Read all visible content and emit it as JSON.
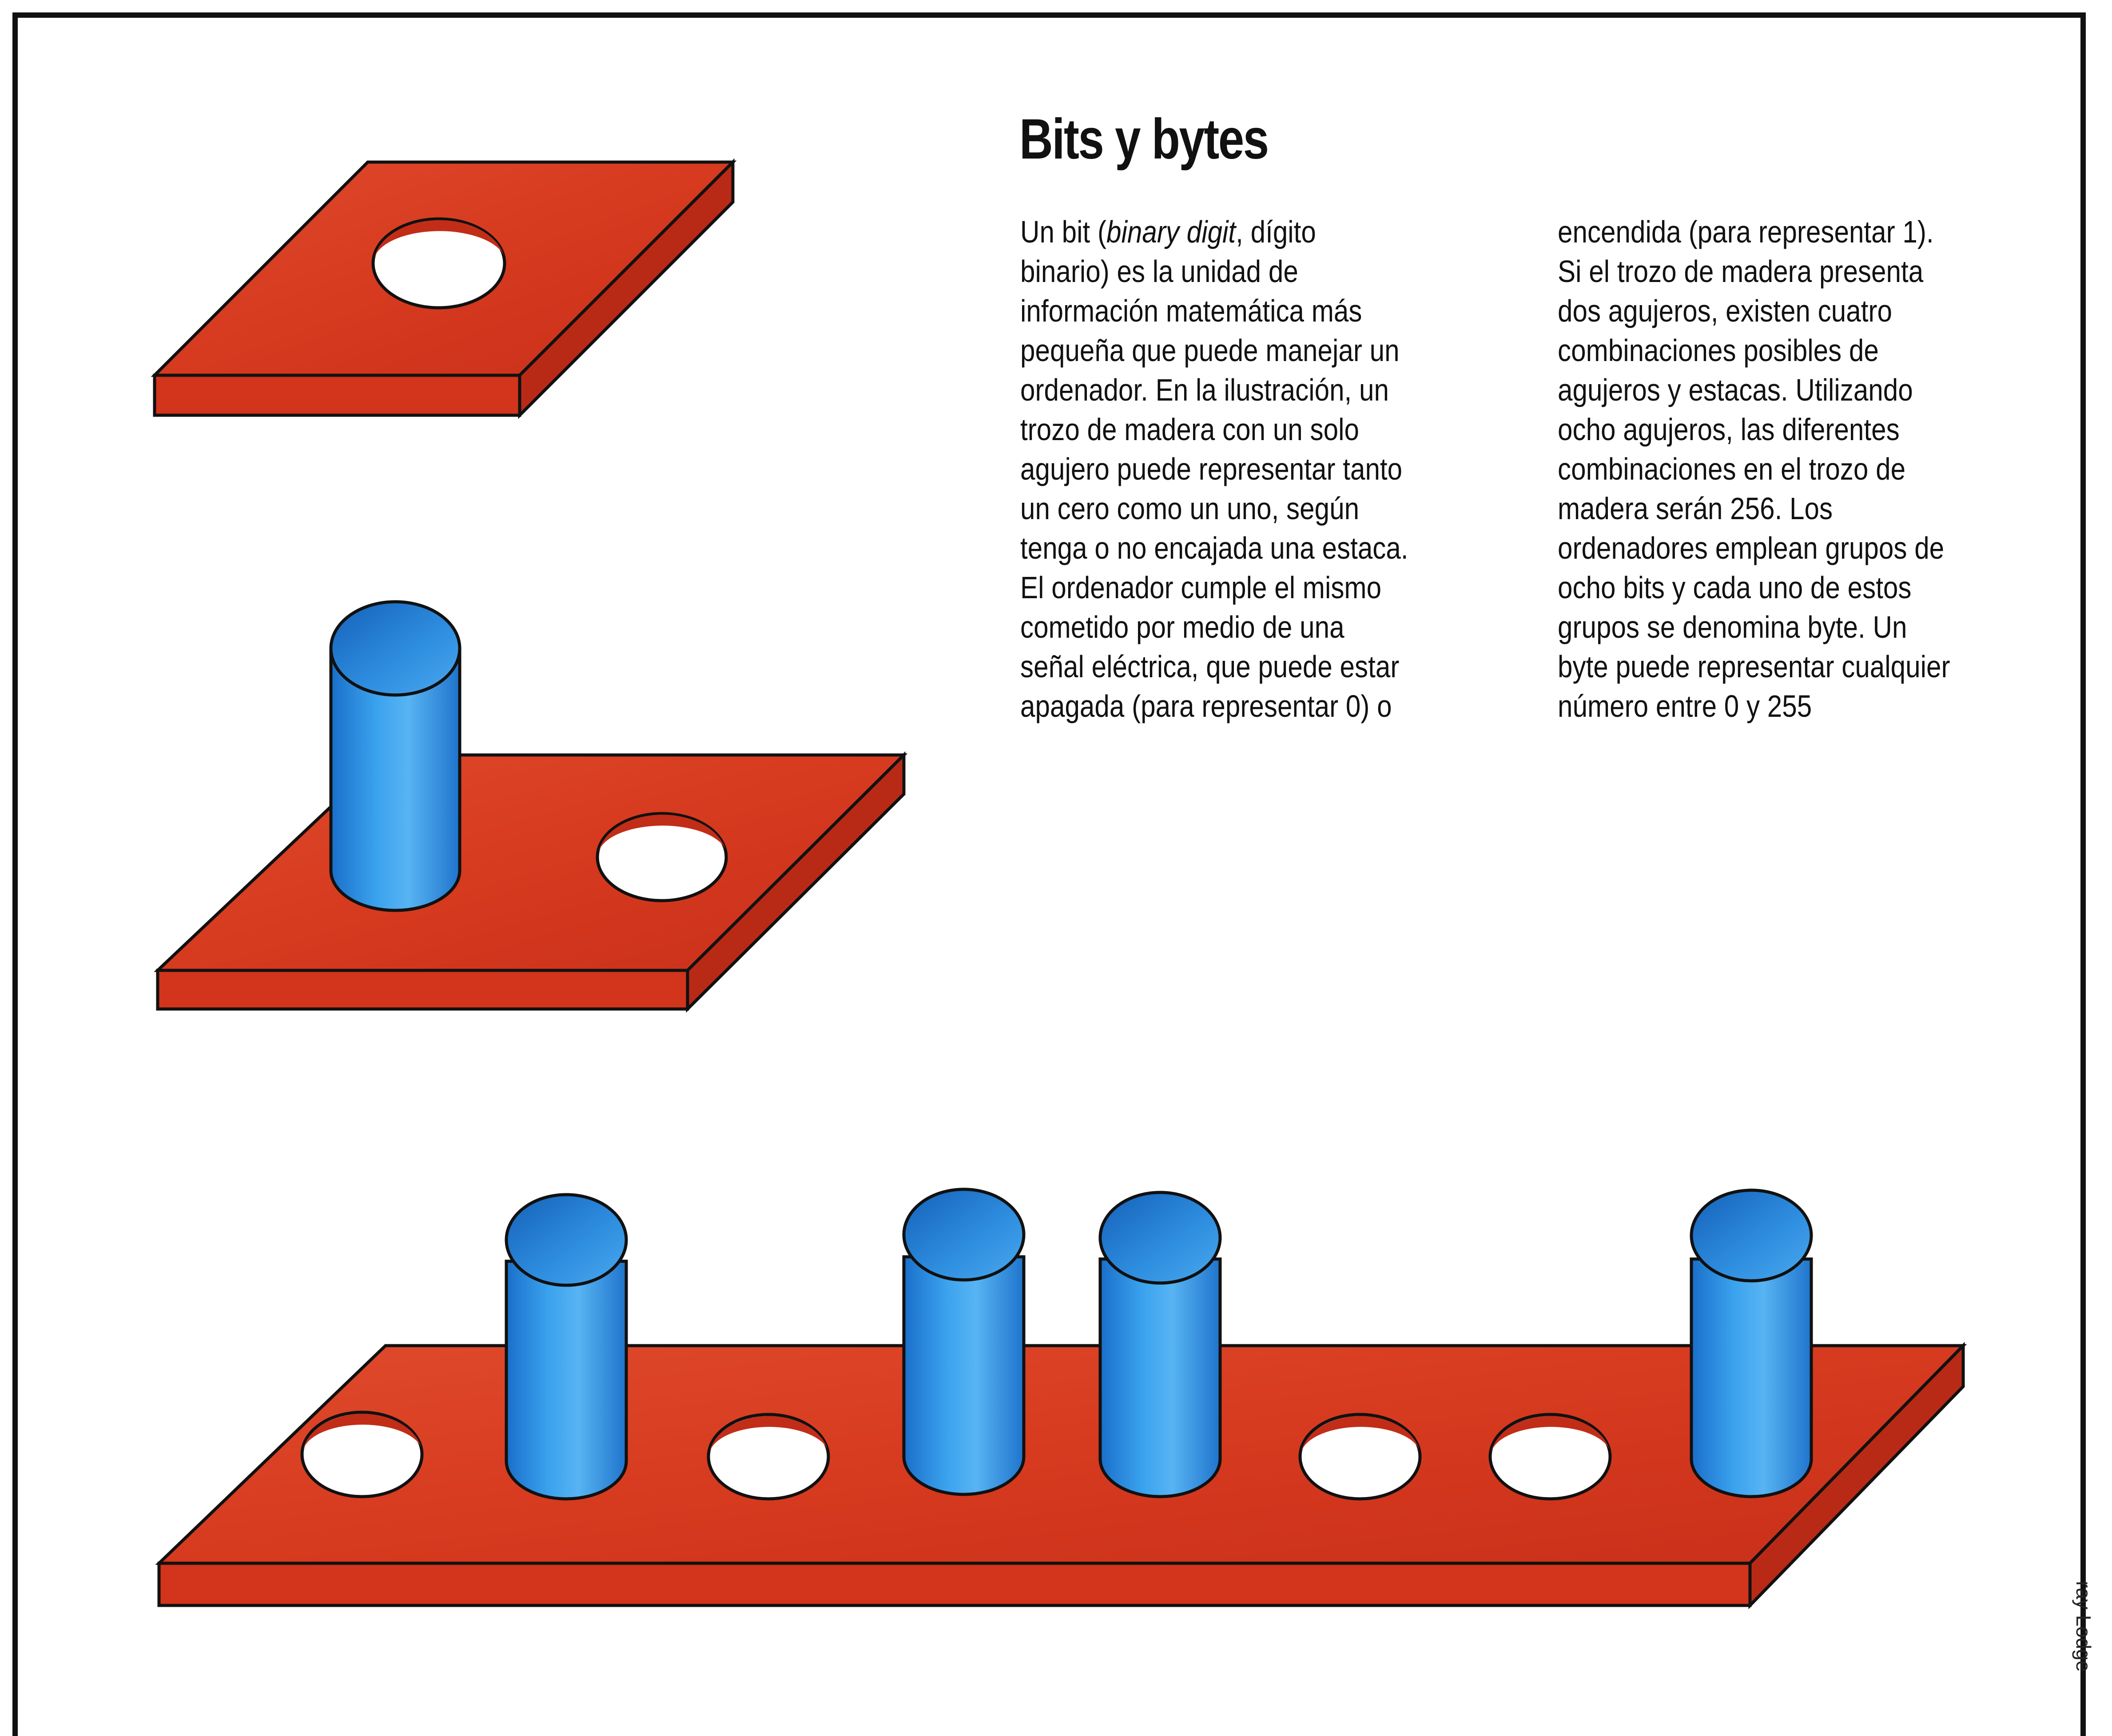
{
  "article": {
    "title": "Bits y bytes",
    "column1": {
      "line1_pre": "Un bit (",
      "line1_italic": "binary digit",
      "line1_post": ", dígito",
      "lines": [
        "binario) es la unidad de",
        "información matemática más",
        "pequeña que puede manejar un",
        "ordenador. En la ilustración, un",
        "trozo de madera con un solo",
        "agujero puede representar tanto",
        "un cero como un uno, según",
        "tenga o no encajada una estaca.",
        "El ordenador cumple el mismo",
        "cometido por medio de una",
        "señal eléctrica, que puede estar",
        "apagada (para representar 0) o"
      ]
    },
    "column2": {
      "lines": [
        "encendida (para representar 1).",
        "Si el trozo de madera presenta",
        "dos agujeros, existen cuatro",
        "combinaciones posibles de",
        "agujeros y estacas. Utilizando",
        "ocho agujeros, las diferentes",
        "combinaciones en el trozo de",
        "madera serán 256. Los",
        "ordenadores emplean grupos de",
        "ocho bits y cada uno de estos",
        "grupos se denomina byte. Un",
        "byte puede representar cualquier",
        "número entre 0 y 255"
      ]
    },
    "credit": "ray Lodge"
  },
  "illustration": {
    "board_color": "#d9381e",
    "board_edge_color": "#c72a18",
    "peg_color": "#2f8fe0",
    "byte_board_slots": [
      0,
      1,
      0,
      1,
      1,
      0,
      0,
      1
    ]
  }
}
